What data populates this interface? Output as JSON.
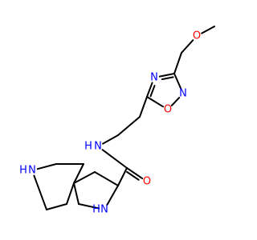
{
  "colors": {
    "bond": "#000000",
    "N": "#0000FF",
    "O": "#FF0000",
    "background": "#FFFFFF"
  },
  "atoms": [
    {
      "id": "C_methyl",
      "label": ""
    },
    {
      "id": "O_ether",
      "label": "O"
    },
    {
      "id": "C_ch2o",
      "label": ""
    },
    {
      "id": "C3_ring",
      "label": ""
    },
    {
      "id": "N4_ring",
      "label": "N"
    },
    {
      "id": "N2_ring",
      "label": "N"
    },
    {
      "id": "O1_ring",
      "label": "O"
    },
    {
      "id": "C5_ring",
      "label": ""
    },
    {
      "id": "C_eth1",
      "label": ""
    },
    {
      "id": "C_eth2",
      "label": ""
    },
    {
      "id": "N_amide",
      "label": "N"
    },
    {
      "id": "H_amide",
      "label": "H"
    },
    {
      "id": "C_carbonyl",
      "label": ""
    },
    {
      "id": "O_carbonyl",
      "label": "O"
    },
    {
      "id": "C_pyr3",
      "label": ""
    },
    {
      "id": "N_pyr",
      "label": "N"
    },
    {
      "id": "H_pyr",
      "label": "H"
    },
    {
      "id": "C_pyr1",
      "label": ""
    },
    {
      "id": "C_spiro",
      "label": ""
    },
    {
      "id": "C_pyr4",
      "label": ""
    },
    {
      "id": "C_pip_a1",
      "label": ""
    },
    {
      "id": "C_pip_a2",
      "label": ""
    },
    {
      "id": "N_pip",
      "label": "N"
    },
    {
      "id": "H_pip",
      "label": "H"
    },
    {
      "id": "C_pip_b2",
      "label": ""
    },
    {
      "id": "C_pip_b1",
      "label": ""
    }
  ]
}
